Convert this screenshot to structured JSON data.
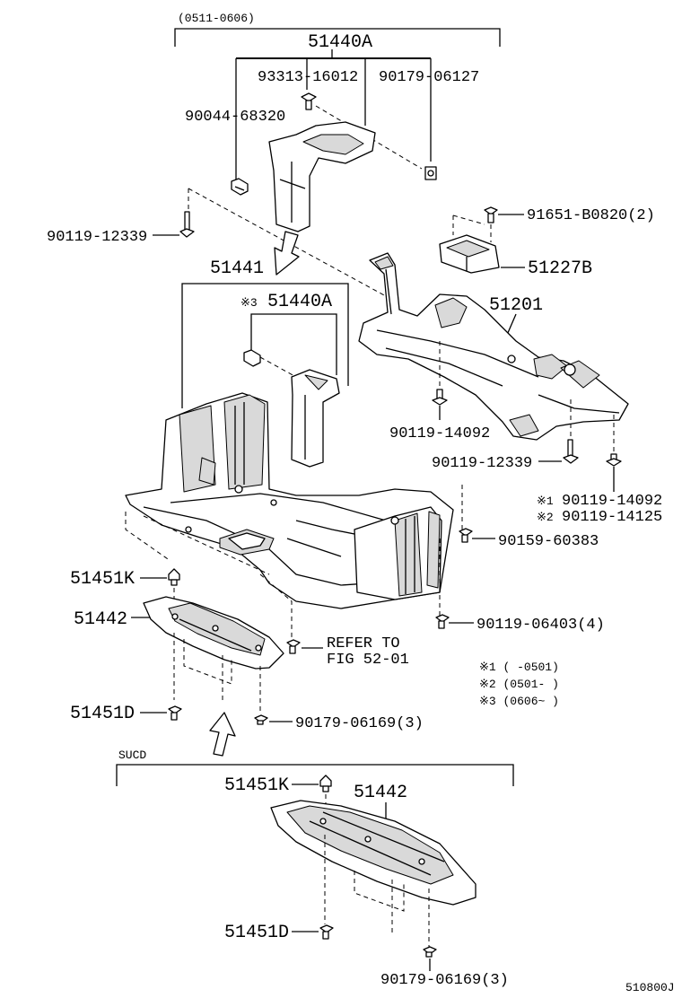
{
  "labels": {
    "range_top": "(0511-0606)",
    "p51440A_top": "51440A",
    "p93313": "93313-16012",
    "p90179_06127": "90179-06127",
    "p90044": "90044-68320",
    "p90119_12339_left": "90119-12339",
    "p91651": "91651-B0820(2)",
    "p51227B": "51227B",
    "p51441": "51441",
    "mark3_a": "※3",
    "p51440A_mid": "51440A",
    "p51201": "51201",
    "p90119_14092": "90119-14092",
    "p90119_12339_right": "90119-12339",
    "n1": "※1",
    "p90119_14092_b": "90119-14092",
    "n2": "※2",
    "p90119_14125": "90119-14125",
    "p90159": "90159-60383",
    "p51451K_a": "51451K",
    "p51442_a": "51442",
    "p90119_06403": "90119-06403(4)",
    "refer1": "REFER TO",
    "refer2": "FIG 52-01",
    "note1": "※1 (     -0501)",
    "note2": "※2 (0501-     )",
    "note3": "※3 (0606~     )",
    "p51451D_a": "51451D",
    "p90179_06169_a": "90179-06169(3)",
    "sucd": "SUCD",
    "p51451K_b": "51451K",
    "p51442_b": "51442",
    "p51451D_b": "51451D",
    "p90179_06169_b": "90179-06169(3)",
    "fig_code": "510800J"
  }
}
